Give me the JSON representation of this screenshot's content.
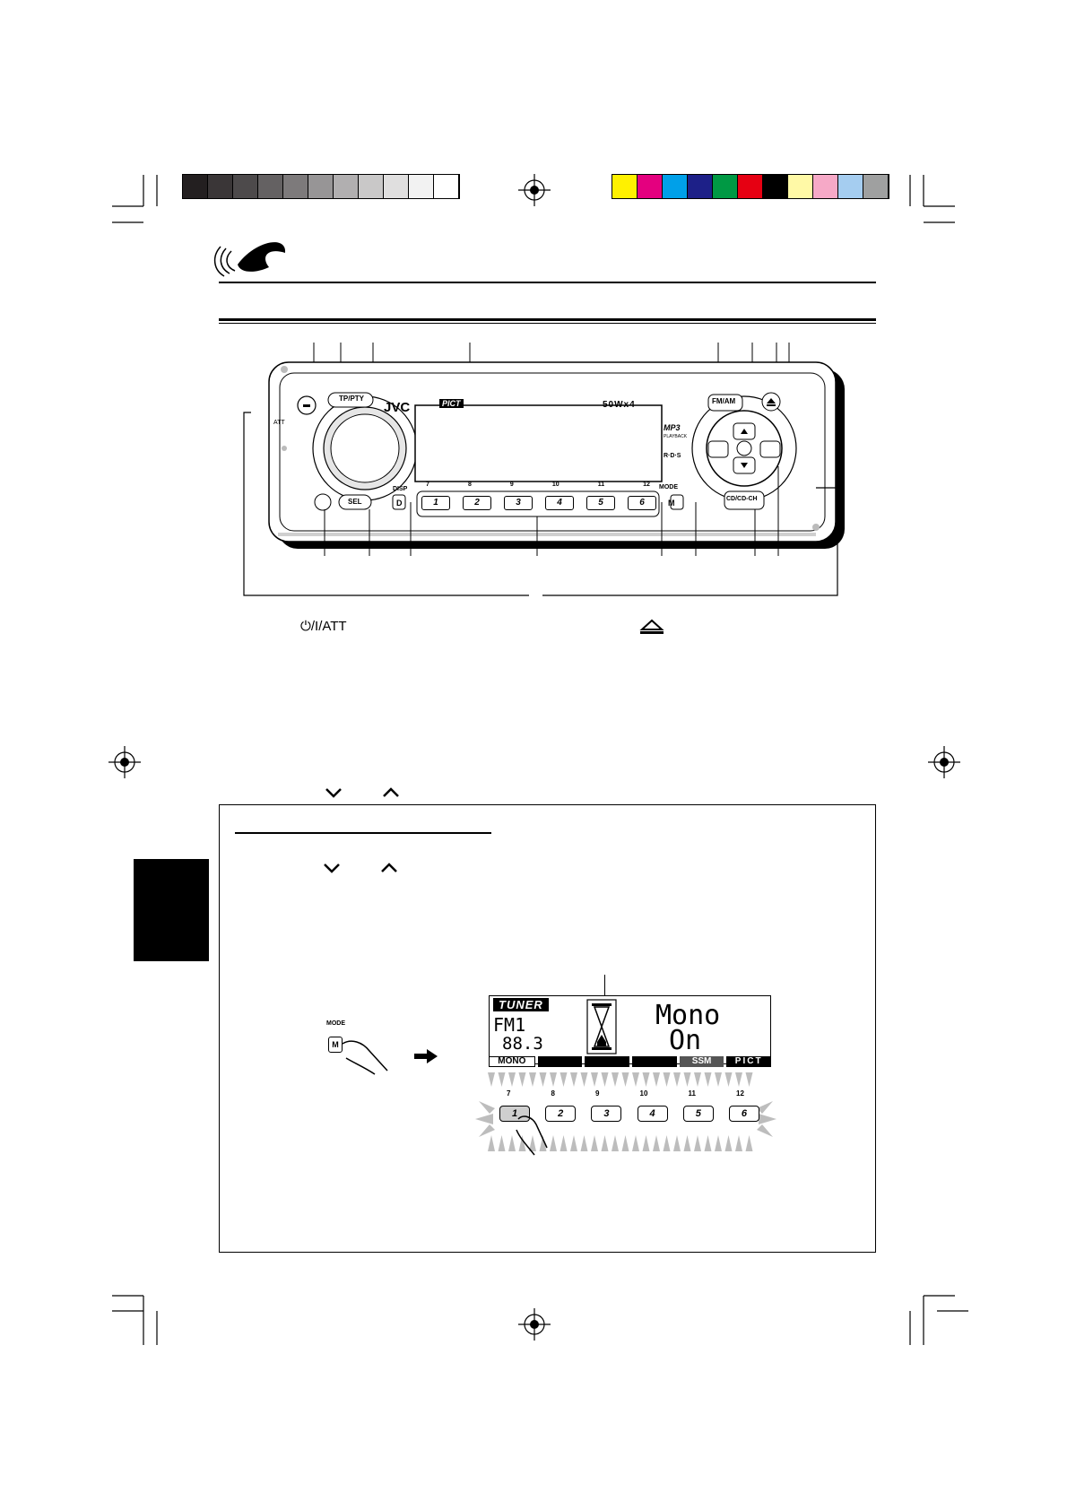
{
  "registration": {
    "grayscale": [
      "#231f20",
      "#3a3637",
      "#4d4a4b",
      "#646162",
      "#7d7a7b",
      "#979596",
      "#b1afb0",
      "#c9c8c8",
      "#e0dfdf",
      "#f2f2f2",
      "#ffffff"
    ],
    "colors": [
      "#fff100",
      "#e4007f",
      "#00a0e9",
      "#1d2088",
      "#009944",
      "#e60012",
      "#000000",
      "#fff9a6",
      "#f6a9c7",
      "#a5cdf0",
      "#9fa0a0"
    ]
  },
  "radio_panel": {
    "brand": "JVC",
    "pict_badge": "PICT",
    "power_output": "50Wx4",
    "buttons": {
      "tp_pty": "TP/PTY",
      "fm_am": "FM/AM",
      "sel": "SEL",
      "disp": "DISP",
      "disp_key": "D",
      "mode": "MODE",
      "mode_key": "M",
      "cd": "CD/CD-CH",
      "att": "ATT"
    },
    "preset_upper_numbers": [
      "7",
      "8",
      "9",
      "10",
      "11",
      "12"
    ],
    "preset_keys": [
      "1",
      "2",
      "3",
      "4",
      "5",
      "6"
    ],
    "logos": [
      "MP3",
      "PLAYBACK",
      "R·D·S"
    ]
  },
  "caption": {
    "power_label": "⏻/I/ATT"
  },
  "illustration": {
    "mode_label": "MODE",
    "mode_key": "M",
    "lcd": {
      "source_badge": "TUNER",
      "band": "FM1",
      "frequency": "88.3",
      "message_line1": "Mono",
      "message_line2": "On",
      "soft_keys": [
        "MONO",
        "",
        "",
        "",
        "SSM",
        "PICT"
      ]
    },
    "preset_upper_numbers": [
      "7",
      "8",
      "9",
      "10",
      "11",
      "12"
    ],
    "preset_keys": [
      "1",
      "2",
      "3",
      "4",
      "5",
      "6"
    ]
  }
}
